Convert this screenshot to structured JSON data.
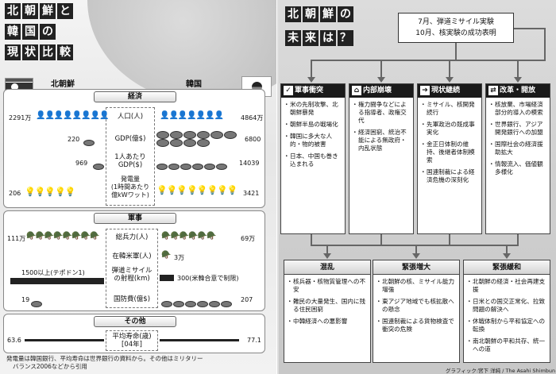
{
  "left": {
    "title_chars": [
      [
        "北",
        "朝",
        "鮮",
        "と"
      ],
      [
        "韓",
        "国",
        "の"
      ],
      [
        "現",
        "状",
        "比",
        "較"
      ]
    ],
    "north_label": "北朝鮮",
    "south_label": "韓国",
    "economy": {
      "header": "経済",
      "rows": [
        {
          "label": "人口(人)",
          "nk": "2291万",
          "sk": "4864万"
        },
        {
          "label": "GDP(億$)",
          "nk": "220",
          "sk": "6800"
        },
        {
          "label": "1人あたり\nGDP($)",
          "nk": "969",
          "sk": "14039"
        },
        {
          "label": "発電量\n(1時間あたり\n億kWワット)",
          "nk": "206",
          "sk": "3421"
        }
      ]
    },
    "military": {
      "header": "軍事",
      "rows": [
        {
          "label": "総兵力(人)",
          "nk": "111万",
          "sk": "69万"
        },
        {
          "label": "在韓米軍(人)",
          "nk": "",
          "sk": "3万"
        },
        {
          "label": "弾道ミサイル\nの射程(km)",
          "nk": "1500以上(テポドン1)",
          "sk": "300(米韓合意で制限)"
        },
        {
          "label": "国防費(億$)",
          "nk": "19",
          "sk": "207"
        }
      ]
    },
    "other": {
      "header": "その他",
      "rows": [
        {
          "label": "平均寿命(歳)\n[04年]",
          "nk": "63.6",
          "sk": "77.1"
        }
      ]
    },
    "note_line1": "発電量は韓国銀行、平均寿命は世界銀行の資料から。その他はミリタリー",
    "note_line2": "バランス2006などから引用"
  },
  "right": {
    "title_chars": [
      [
        "北",
        "朝",
        "鮮",
        "の"
      ],
      [
        "未",
        "来",
        "は",
        "？"
      ]
    ],
    "top_event_line1": "7月、弾道ミサイル実験",
    "top_event_line2": "10月、核実験の成功表明",
    "scenarios": [
      {
        "icon": "✓",
        "title": "軍事衝突",
        "items": [
          "米の先制攻撃、北朝鮮暴発",
          "朝鮮半島の戦場化",
          "韓国に多大な人的・物的被害",
          "日本、中国も巻き込まれる"
        ]
      },
      {
        "icon": "⌂",
        "title": "内部崩壊",
        "items": [
          "権力闘争などによる指導者、政権交代",
          "経済困窮、統治不能による無政府・内乱状態"
        ]
      },
      {
        "icon": "➔",
        "title": "現状継続",
        "items": [
          "ミサイル、核開発続行",
          "先軍政治の既成事実化",
          "金正日体制の維持、後継者体制模索",
          "国連制裁による経済危機の深刻化"
        ]
      },
      {
        "icon": "⇄",
        "title": "改革・開放",
        "items": [
          "核放棄、市場経済部分的導入の模索",
          "世界銀行、アジア開発銀行への加盟",
          "国際社会の経済援助拡大",
          "情報流入、価値観多様化"
        ]
      }
    ],
    "outcomes": [
      {
        "title": "混乱",
        "items": [
          "核兵器・核物質管理への不安",
          "難民の大量発生、国内に残る住民困窮",
          "中韓経済への悪影響"
        ]
      },
      {
        "title": "緊張増大",
        "items": [
          "北朝鮮の核、ミサイル能力増強",
          "東アジア地域でも核拡散への懸念",
          "国連制裁による貨物検査で衝突の危険"
        ]
      },
      {
        "title": "緊張緩和",
        "items": [
          "北朝鮮の経済・社会再建支援",
          "日米との国交正常化、拉致問題の解決へ",
          "休戦体制から平和協定への転換",
          "南北朝鮮の平和共存、統一への道"
        ]
      }
    ],
    "credit": "グラフィック:宮下 洋純 / The Asahi Shimbun"
  }
}
